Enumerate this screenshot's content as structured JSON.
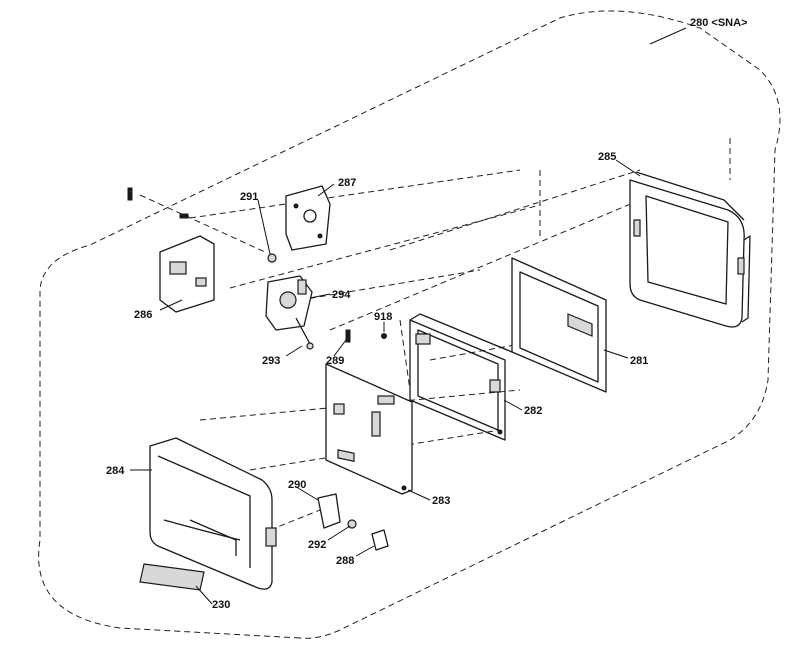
{
  "callouts": {
    "c280": "280 <SNA>",
    "c285": "285",
    "c287": "287",
    "c291": "291",
    "c286": "286",
    "c294": "294",
    "c918": "918",
    "c293": "293",
    "c289": "289",
    "c281": "281",
    "c282": "282",
    "c284": "284",
    "c283": "283",
    "c290": "290",
    "c292": "292",
    "c288": "288",
    "c230": "230"
  }
}
